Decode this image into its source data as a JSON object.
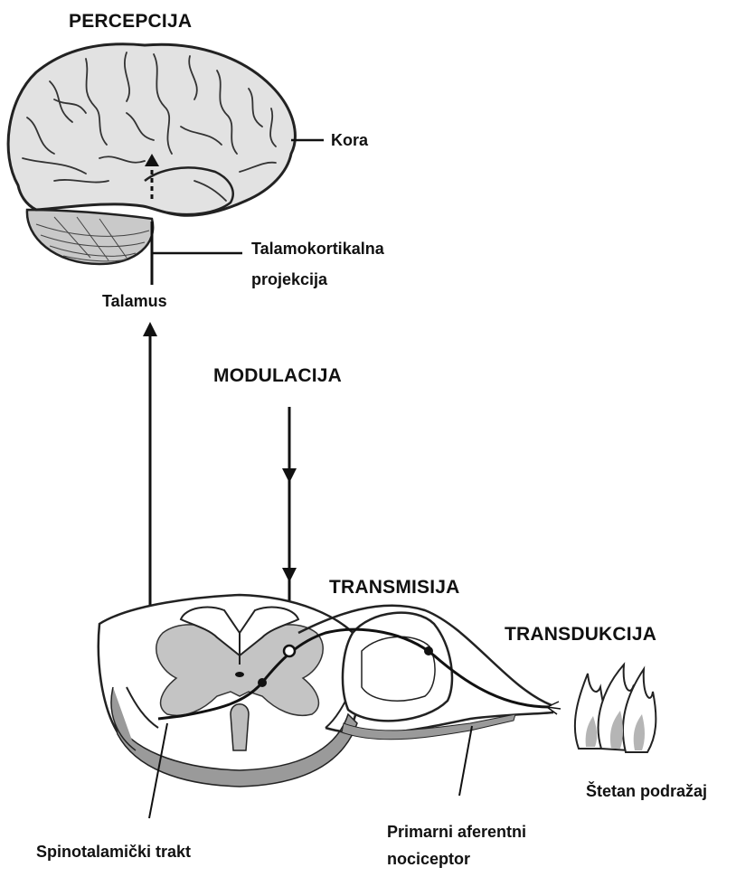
{
  "labels": {
    "percepcija": "PERCEPCIJA",
    "kora": "Kora",
    "talamokortikalna_line1": "Talamokortikalna",
    "talamokortikalna_line2": "projekcija",
    "talamus": "Talamus",
    "modulacija": "MODULACIJA",
    "transmisija": "TRANSMISIJA",
    "transdukcija": "TRANSDUKCIJA",
    "stetan_podrazaj": "Štetan podražaj",
    "spinotalamicki_trakt": "Spinotalamički trakt",
    "primarni_line1": "Primarni aferentni",
    "primarni_line2": "nociceptor"
  }
}
